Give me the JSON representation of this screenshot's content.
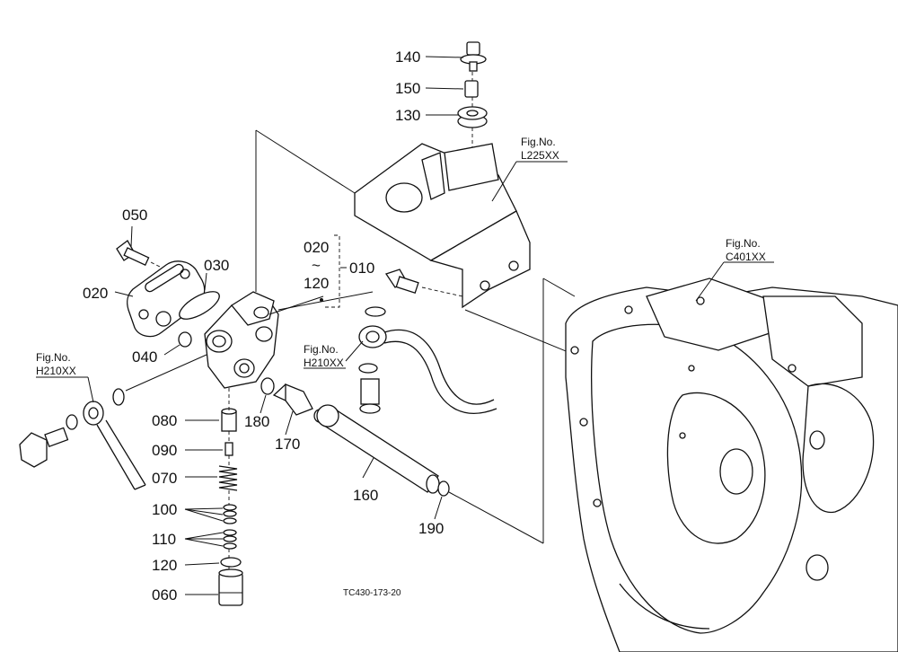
{
  "labels": {
    "p140": "140",
    "p150": "150",
    "p130": "130",
    "p050": "050",
    "p030": "030",
    "p020": "020",
    "p020r": "020",
    "tilde": "~",
    "p120r": "120",
    "p010": "010",
    "p040": "040",
    "p080": "080",
    "p090": "090",
    "p070": "070",
    "p100": "100",
    "p110": "110",
    "p120": "120",
    "p060": "060",
    "p180": "180",
    "p170": "170",
    "p160": "160",
    "p190": "190"
  },
  "fig_refs": {
    "l225": {
      "title": "Fig.No.",
      "code": "L225XX"
    },
    "c401": {
      "title": "Fig.No.",
      "code": "C401XX"
    },
    "h210_left": {
      "title": "Fig.No.",
      "code": "H210XX"
    },
    "h210_mid": {
      "title": "Fig.No.",
      "code": "H210XX"
    }
  },
  "drawing_code": "TC430-173-20"
}
